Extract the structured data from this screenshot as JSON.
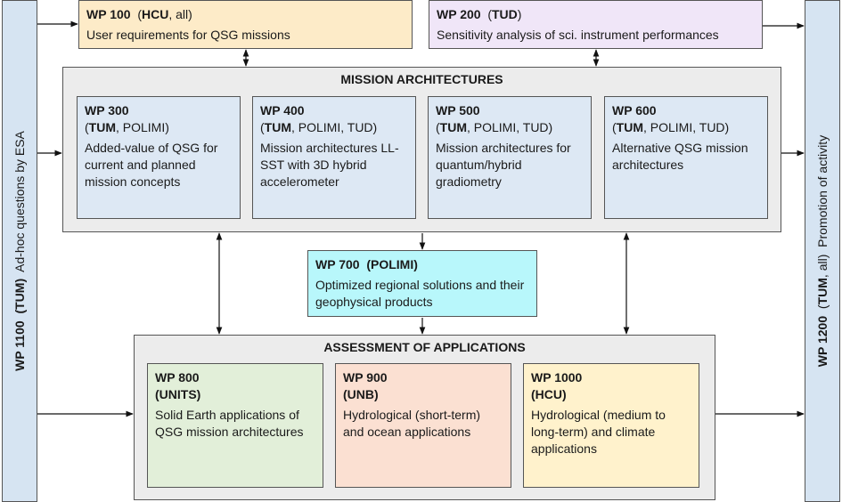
{
  "wp1100": {
    "code": "WP 1100",
    "lead": "(TUM)",
    "desc": "Ad-hoc questions by ESA"
  },
  "wp1200": {
    "code": "WP 1200",
    "lead_open": "(",
    "lead_bold": "TUM",
    "lead_rest": ", all)",
    "desc": "Promotion of activity"
  },
  "wp100": {
    "code": "WP 100",
    "p_open": "(",
    "bold": "HCU",
    "rest": ", all)",
    "desc": "User requirements for QSG missions"
  },
  "wp200": {
    "code": "WP 200",
    "p_open": "(",
    "bold": "TUD",
    "rest": ")",
    "desc": "Sensitivity analysis of sci. instrument performances"
  },
  "mission": {
    "title": "MISSION ARCHITECTURES",
    "wps": [
      {
        "code": "WP 300",
        "bold": "TUM",
        "rest": ", POLIMI)",
        "desc": "Added-value of QSG for current and planned mission concepts"
      },
      {
        "code": "WP 400",
        "bold": "TUM",
        "rest": ", POLIMI, TUD)",
        "desc": "Mission architectures LL-SST with 3D hybrid accelerometer"
      },
      {
        "code": "WP 500",
        "bold": "TUM",
        "rest": ", POLIMI, TUD)",
        "desc": "Mission architectures for quantum/hybrid gradiometry"
      },
      {
        "code": "WP 600",
        "bold": "TUM",
        "rest": ", POLIMI, TUD)",
        "desc": "Alternative QSG mission architectures"
      }
    ]
  },
  "wp700": {
    "code": "WP 700",
    "lead": "(POLIMI)",
    "desc": "Optimized regional solutions and their geophysical products"
  },
  "assessment": {
    "title": "ASSESSMENT OF APPLICATIONS",
    "wps": [
      {
        "code": "WP 800",
        "lead": "(UNITS)",
        "desc": "Solid Earth applications of QSG mission architectures"
      },
      {
        "code": "WP 900",
        "lead": "(UNB)",
        "desc": "Hydrological (short-term) and ocean applications"
      },
      {
        "code": "WP 1000",
        "lead": "(HCU)",
        "desc": "Hydrological (medium to long-term) and climate applications"
      }
    ]
  },
  "colors": {
    "side": "#d6e4f2",
    "wp100": "#fdebc8",
    "wp200": "#f0e6f8",
    "mission_inner": "#dde8f4",
    "section_bg": "#ececec",
    "wp700": "#b8f7fb",
    "wp800": "#e2efd9",
    "wp900": "#fbe0d2",
    "wp1000": "#fff2cc"
  }
}
